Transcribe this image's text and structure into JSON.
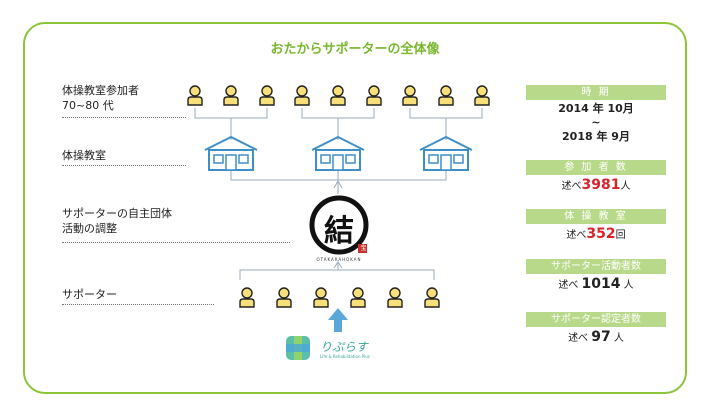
{
  "title": "おたからサポーターの全体像",
  "labels": {
    "participants_line1": "体操教室参加者",
    "participants_line2": "70~80 代",
    "classroom": "体操教室",
    "self_group_line1": "サポーターの自主団体",
    "self_group_line2": "活動の調整",
    "supporter": "サポーター"
  },
  "logo": {
    "glyph": "結",
    "caption": "OTAKARAHOKAN",
    "seal": "宝"
  },
  "riplus": {
    "name": "りぷらす",
    "tagline": "Life & Rehabilitation Plus"
  },
  "stats": {
    "period": {
      "label": "時 期",
      "line1": "2014 年 10月",
      "line2": "~",
      "line3": "2018 年 9月"
    },
    "participants": {
      "label": "参 加 者 数",
      "prefix": "述べ",
      "value": "3981",
      "unit": "人"
    },
    "classrooms": {
      "label": "体 操 教 室",
      "prefix": "述べ",
      "value": "352",
      "unit": "回"
    },
    "active_supporters": {
      "label": "サポーター活動者数",
      "prefix": "述べ",
      "value": "1014",
      "unit": "人"
    },
    "certified_supporters": {
      "label": "サポーター認定者数",
      "prefix": "述べ",
      "value": "97",
      "unit": "人"
    }
  },
  "colors": {
    "frame": "#8cc43a",
    "accent_red": "#d8232a",
    "house_blue": "#3f8fc6",
    "person_yellow": "#f7e07a",
    "arrow_blue": "#5aa7d8"
  }
}
